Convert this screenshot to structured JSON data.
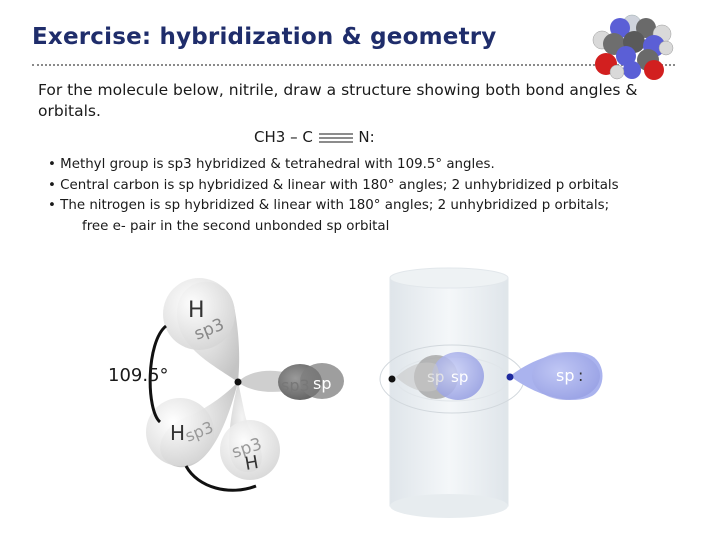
{
  "slide": {
    "title": "Exercise: hybridization & geometry",
    "intro": "For the molecule below, nitrile, draw a structure showing both bond angles & orbitals.",
    "formula": {
      "left": "CH3 – C",
      "right": "N:"
    },
    "bullets": [
      "• Methyl group is sp3 hybridized & tetrahedral with 109.5° angles.",
      "• Central carbon is sp hybridized & linear with 180° angles; 2 unhybridized p orbitals",
      "• The nitrogen is sp hybridized & linear with 180° angles; 2 unhybridized p orbitals;",
      "free e- pair in the second unbonded sp orbital"
    ]
  },
  "diagram": {
    "angle_label": "109.5°",
    "methyl_orbitals": [
      {
        "atom": "H",
        "orbital": "sp3"
      },
      {
        "atom": "H",
        "orbital": "sp3"
      },
      {
        "atom": "H",
        "orbital": "sp3"
      }
    ],
    "carbon_bond_orbitals": {
      "methyl_side": "sp3",
      "carbon_side": "sp"
    },
    "cn_sigma_orbitals": {
      "carbon_side": "sp",
      "nitrogen_side": "sp"
    },
    "lone_pair_label": "sp",
    "lone_pair_marker": ":"
  },
  "colors": {
    "title": "#1f2d6b",
    "lone_pair_lobe": "#aab3ee",
    "nitrogen_sp": "#8a93d8",
    "orbital_grey": "#bdbdbd"
  }
}
